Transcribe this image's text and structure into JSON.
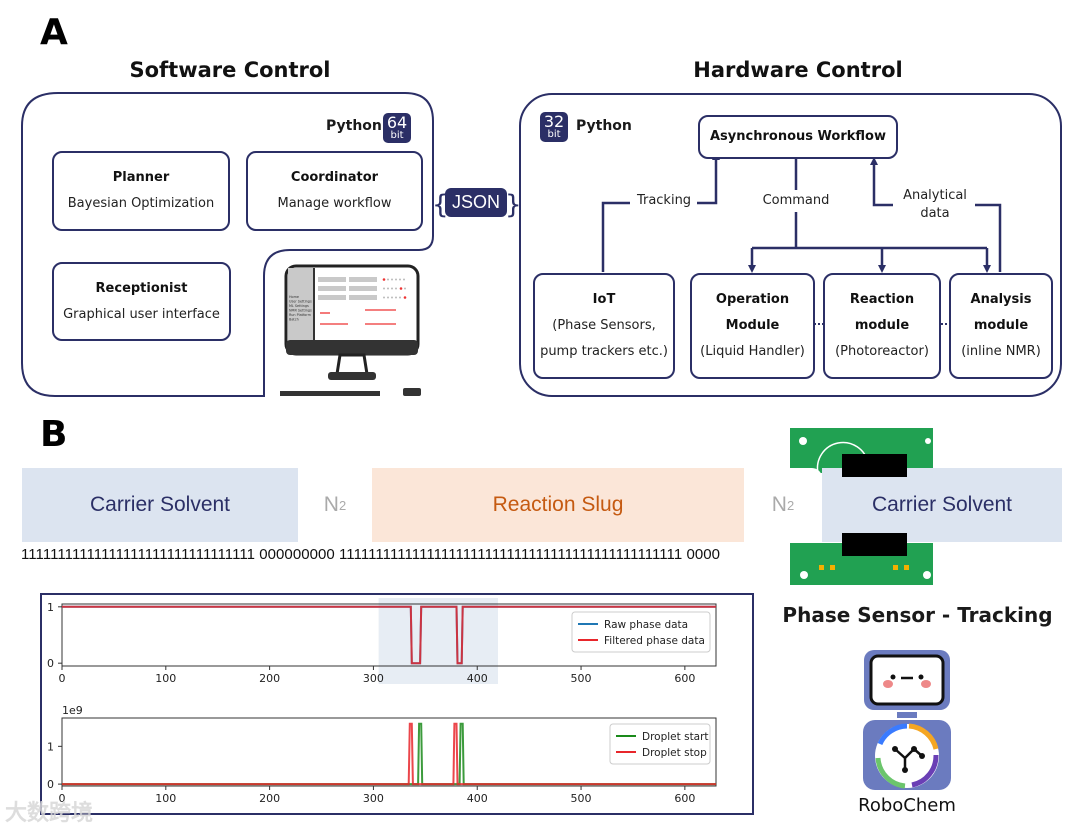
{
  "panel_a": {
    "letter": "A",
    "software": {
      "title": "Software Control",
      "python_label": "Python",
      "bits_number": "64",
      "bits_unit": "bit",
      "planner": {
        "title": "Planner",
        "subtitle": "Bayesian Optimization"
      },
      "coordinator": {
        "title": "Coordinator",
        "subtitle": "Manage workflow"
      },
      "receptionist": {
        "title": "Receptionist",
        "subtitle": "Graphical user interface"
      },
      "gui_menu": [
        "Home",
        "User Settings",
        "ML Settings",
        "NMR Settings",
        "Run Platform",
        "Batch"
      ]
    },
    "json_badge": "JSON",
    "hardware": {
      "title": "Hardware Control",
      "python_label": "Python",
      "bits_number": "32",
      "bits_unit": "bit",
      "workflow": "Asynchronous Workflow",
      "edge_labels": {
        "tracking": "Tracking",
        "command": "Command",
        "analytical_line1": "Analytical",
        "analytical_line2": "data"
      },
      "modules": [
        {
          "title": "IoT",
          "line2": "(Phase Sensors,",
          "line3": "pump trackers etc.)"
        },
        {
          "title": "Operation",
          "line2": "Module",
          "line3": "(Liquid Handler)"
        },
        {
          "title": "Reaction",
          "line2": "module",
          "line3": "(Photoreactor)"
        },
        {
          "title": "Analysis",
          "line2": "module",
          "line3": "(inline NMR)"
        }
      ]
    }
  },
  "panel_b": {
    "letter": "B",
    "stream": {
      "segments": [
        {
          "label": "Carrier Solvent",
          "kind": "solvent"
        },
        {
          "label": "N",
          "sub": "2",
          "kind": "gas"
        },
        {
          "label": "Reaction Slug",
          "kind": "slug"
        },
        {
          "label": "N",
          "sub": "2",
          "kind": "gas"
        },
        {
          "label": "Carrier Solvent",
          "kind": "solvent"
        }
      ],
      "bits": "11111111111111111111111111111111 000000000 11111111111111111111111111111111111111111111111 0000"
    },
    "sensor_title": "Phase Sensor - Tracking",
    "logo_text": "RoboChem",
    "colors": {
      "navy": "#2b2f66",
      "solvent_bg": "#dce4f0",
      "slug_bg": "#fbe6d8",
      "slug_text": "#c55a11",
      "solvent_text": "#2b2f66",
      "pcb": "#21a152"
    }
  },
  "watermark": "大数跨境",
  "chart_data": [
    {
      "type": "line",
      "title": "",
      "xlabel": "",
      "ylabel": "",
      "xlim": [
        0,
        630
      ],
      "ylim": [
        -0.05,
        1.05
      ],
      "xticks": [
        0,
        100,
        200,
        300,
        400,
        500,
        600
      ],
      "yticks": [
        0,
        1
      ],
      "highlight_range": [
        305,
        420
      ],
      "legend": {
        "placement": "right",
        "entries": [
          "Raw phase data",
          "Filtered phase data"
        ]
      },
      "series": [
        {
          "name": "Raw phase data",
          "color": "#1f77b4",
          "points": [
            [
              0,
              1
            ],
            [
              336,
              1
            ],
            [
              337,
              0
            ],
            [
              345,
              0
            ],
            [
              346,
              1
            ],
            [
              380,
              1
            ],
            [
              381,
              0
            ],
            [
              385,
              0
            ],
            [
              386,
              1
            ],
            [
              630,
              1
            ]
          ]
        },
        {
          "name": "Filtered phase data",
          "color": "#e8262b",
          "points": [
            [
              0,
              1
            ],
            [
              336,
              1
            ],
            [
              337,
              0
            ],
            [
              345,
              0
            ],
            [
              346,
              1
            ],
            [
              380,
              1
            ],
            [
              381,
              0
            ],
            [
              385,
              0
            ],
            [
              386,
              1
            ],
            [
              630,
              1
            ]
          ]
        }
      ]
    },
    {
      "type": "line",
      "title": "",
      "xlabel": "",
      "ylabel": "",
      "y_scale_label": "1e9",
      "xlim": [
        0,
        630
      ],
      "ylim": [
        -0.05,
        1.75
      ],
      "xticks": [
        0,
        100,
        200,
        300,
        400,
        500,
        600
      ],
      "yticks": [
        0,
        1
      ],
      "legend": {
        "placement": "right",
        "entries": [
          "Droplet start",
          "Droplet stop"
        ]
      },
      "series": [
        {
          "name": "Droplet start",
          "color": "#1a8a1a",
          "points": [
            [
              0,
              0
            ],
            [
              343,
              0
            ],
            [
              344,
              1.6
            ],
            [
              346,
              1.6
            ],
            [
              347,
              0
            ],
            [
              383,
              0
            ],
            [
              384,
              1.6
            ],
            [
              386,
              1.6
            ],
            [
              387,
              0
            ],
            [
              630,
              0
            ]
          ]
        },
        {
          "name": "Droplet stop",
          "color": "#e8262b",
          "points": [
            [
              0,
              0
            ],
            [
              334,
              0
            ],
            [
              335,
              1.6
            ],
            [
              337,
              1.6
            ],
            [
              338,
              0
            ],
            [
              377,
              0
            ],
            [
              378,
              1.6
            ],
            [
              380,
              1.6
            ],
            [
              381,
              0
            ],
            [
              630,
              0
            ]
          ]
        }
      ]
    }
  ]
}
